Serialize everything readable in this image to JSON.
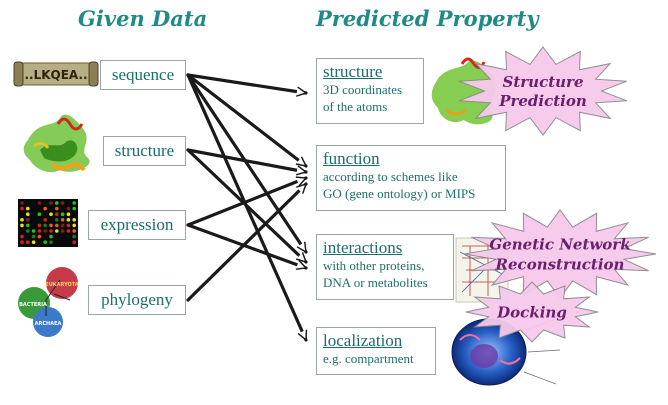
{
  "headers": {
    "given": "Given Data",
    "predicted": "Predicted Property"
  },
  "sequence_tag": "..LKQEA..",
  "given": [
    {
      "id": "sequence",
      "label": "sequence"
    },
    {
      "id": "structure",
      "label": "structure"
    },
    {
      "id": "expression",
      "label": "expression"
    },
    {
      "id": "phylogeny",
      "label": "phylogeny"
    }
  ],
  "predicted": [
    {
      "id": "structure",
      "title": "structure",
      "desc": [
        "3D coordinates",
        "of the atoms"
      ]
    },
    {
      "id": "function",
      "title": "function",
      "desc": [
        "according to schemes like",
        "GO (gene ontology) or MIPS"
      ]
    },
    {
      "id": "interactions",
      "title": "interactions",
      "desc": [
        "with other proteins,",
        "DNA or metabolites"
      ]
    },
    {
      "id": "localization",
      "title": "localization",
      "desc": [
        "e.g. compartment"
      ]
    }
  ],
  "bursts": [
    {
      "id": "structure-prediction",
      "lines": [
        "Structure",
        "Prediction"
      ]
    },
    {
      "id": "genetic-network-reconstruction",
      "lines": [
        "Genetic Network",
        "Reconstruction"
      ]
    },
    {
      "id": "docking",
      "lines": [
        "Docking"
      ]
    }
  ],
  "phylogeny_labels": [
    "BACTERIA",
    "EUKARYOTA",
    "ARCHAEA"
  ],
  "colors": {
    "teal_text": "#1a6e6a",
    "header": "#1f8a86",
    "burst_fill": "#f6c9ec",
    "burst_text": "#6b1e6b",
    "arrow": "#1a1a1a"
  }
}
